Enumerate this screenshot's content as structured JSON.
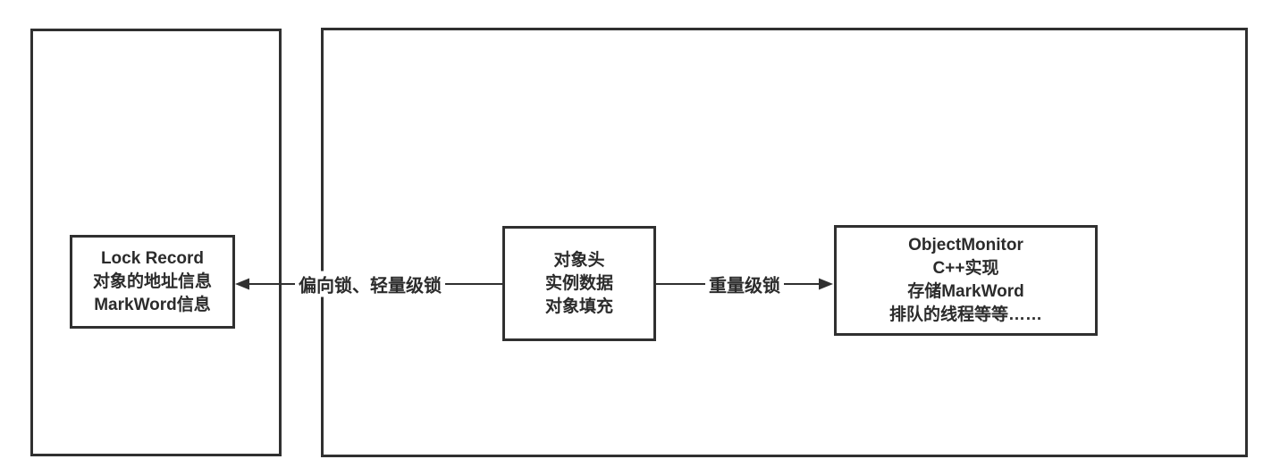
{
  "diagram": {
    "background_color": "#ffffff",
    "stroke_color": "#303030",
    "text_color": "#2b2b2b",
    "containers": [
      {
        "id": "left-container",
        "description": "empty outer frame holding Lock Record box"
      },
      {
        "id": "right-container",
        "description": "outer frame holding object header and ObjectMonitor boxes"
      }
    ],
    "nodes": {
      "lock_record": {
        "line1": "Lock Record",
        "line2": "对象的地址信息",
        "line3": "MarkWord信息"
      },
      "object_header": {
        "line1": "对象头",
        "line2": "实例数据",
        "line3": "对象填充"
      },
      "object_monitor": {
        "line1": "ObjectMonitor",
        "line2": "C++实现",
        "line3": "存储MarkWord",
        "line4": "排队的线程等等……"
      }
    },
    "edges": {
      "biased_lightweight": {
        "label": "偏向锁、轻量级锁",
        "from": "object_header",
        "to": "lock_record",
        "direction": "left"
      },
      "heavyweight": {
        "label": "重量级锁",
        "from": "object_header",
        "to": "object_monitor",
        "direction": "right"
      }
    }
  }
}
